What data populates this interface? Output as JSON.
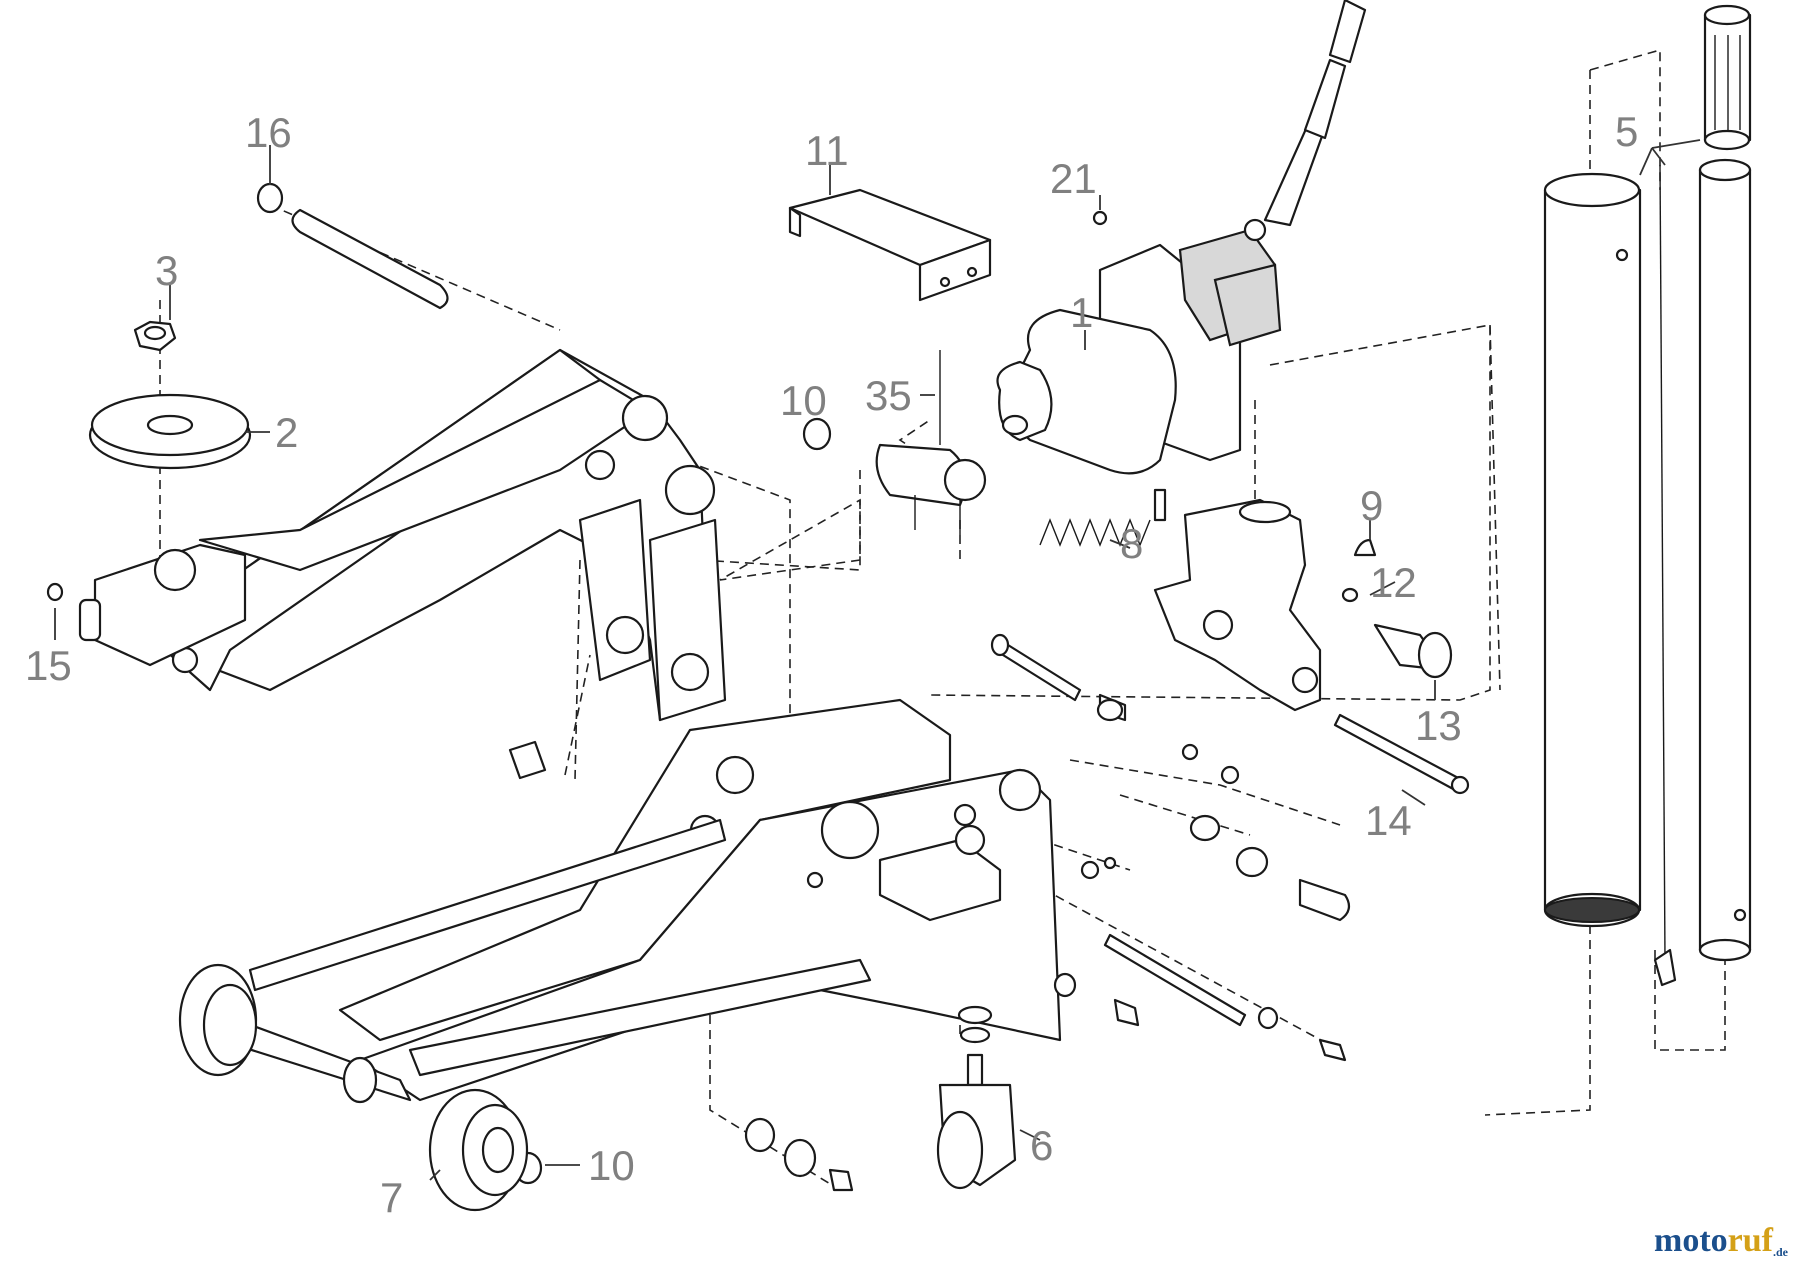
{
  "labels": {
    "l1": "1",
    "l2": "2",
    "l3": "3",
    "l5": "5",
    "l6": "6",
    "l7": "7",
    "l8": "8",
    "l9": "9",
    "l10a": "10",
    "l10b": "10",
    "l11": "11",
    "l12": "12",
    "l13": "13",
    "l14": "14",
    "l15": "15",
    "l16": "16",
    "l21": "21",
    "l35": "35"
  },
  "brand": {
    "part1": "moto",
    "part2": "ruf",
    "part3": ".de"
  },
  "colors": {
    "line": "#1a1a1a",
    "label": "#808080",
    "brand_blue": "#1b4f8c",
    "brand_gold": "#d4a017"
  }
}
